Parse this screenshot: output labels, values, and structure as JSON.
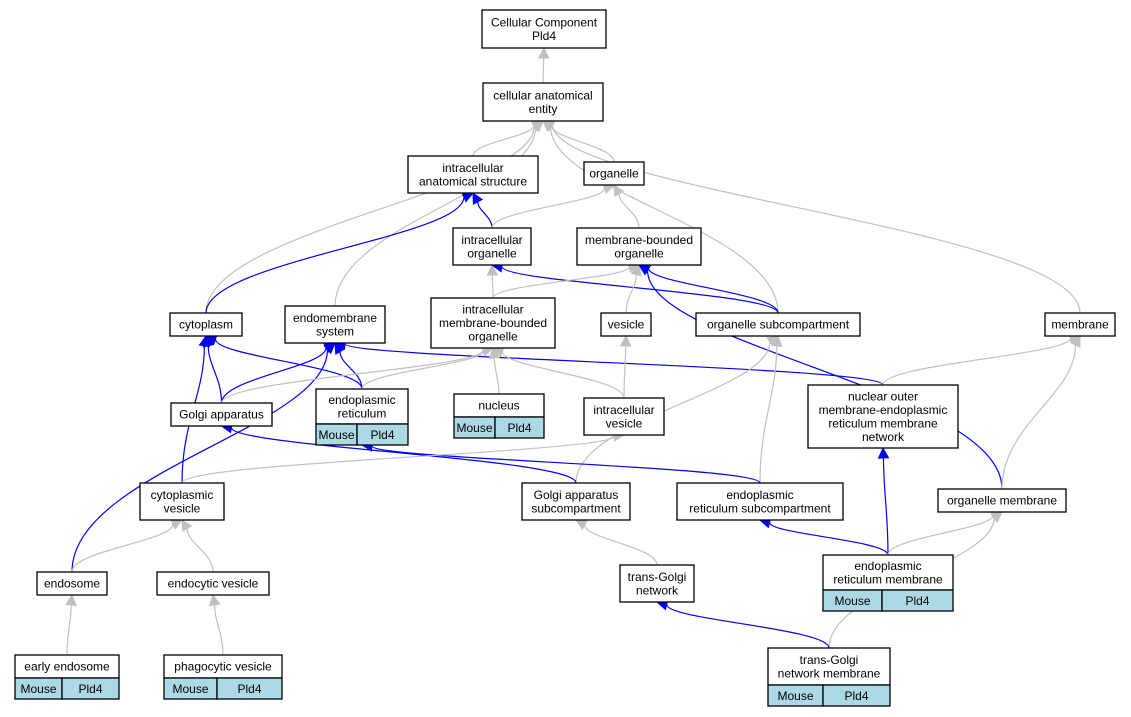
{
  "colors": {
    "is_a": "#c0c0c0",
    "part_of": "#0000ff",
    "annotation_fill": "#add8e6",
    "node_border": "#000000"
  },
  "nodes": {
    "root": [
      "Cellular Component",
      "Pld4"
    ],
    "cae": [
      "cellular anatomical",
      "entity"
    ],
    "ias": [
      "intracellular",
      "anatomical structure"
    ],
    "organelle": [
      "organelle"
    ],
    "io": [
      "intracellular",
      "organelle"
    ],
    "mbo": [
      "membrane-bounded",
      "organelle"
    ],
    "cytoplasm": [
      "cytoplasm"
    ],
    "endomem": [
      "endomembrane",
      "system"
    ],
    "imbo": [
      "intracellular",
      "membrane-bounded",
      "organelle"
    ],
    "vesicle": [
      "vesicle"
    ],
    "osub": [
      "organelle subcompartment"
    ],
    "membrane": [
      "membrane"
    ],
    "golgi": [
      "Golgi apparatus"
    ],
    "er": [
      "endoplasmic",
      "reticulum"
    ],
    "nucleus": [
      "nucleus"
    ],
    "iv": [
      "intracellular",
      "vesicle"
    ],
    "nomer": [
      "nuclear outer",
      "membrane-endoplasmic",
      "reticulum membrane",
      "network"
    ],
    "cv": [
      "cytoplasmic",
      "vesicle"
    ],
    "gas": [
      "Golgi apparatus",
      "subcompartment"
    ],
    "ers": [
      "endoplasmic",
      "reticulum subcompartment"
    ],
    "om": [
      "organelle membrane"
    ],
    "endosome": [
      "endosome"
    ],
    "ev": [
      "endocytic vesicle"
    ],
    "tgn": [
      "trans-Golgi",
      "network"
    ],
    "erm": [
      "endoplasmic",
      "reticulum membrane"
    ],
    "ee": [
      "early endosome"
    ],
    "pv": [
      "phagocytic vesicle"
    ],
    "tgnm": [
      "trans-Golgi",
      "network membrane"
    ]
  },
  "annotations": {
    "er": [
      "Mouse",
      "Pld4"
    ],
    "nucleus": [
      "Mouse",
      "Pld4"
    ],
    "erm": [
      "Mouse",
      "Pld4"
    ],
    "ee": [
      "Mouse",
      "Pld4"
    ],
    "pv": [
      "Mouse",
      "Pld4"
    ],
    "tgnm": [
      "Mouse",
      "Pld4"
    ]
  },
  "edges": [
    {
      "from": "cae",
      "to": "root",
      "type": "is_a"
    },
    {
      "from": "ias",
      "to": "cae",
      "type": "is_a"
    },
    {
      "from": "organelle",
      "to": "cae",
      "type": "is_a"
    },
    {
      "from": "cytoplasm",
      "to": "cae",
      "type": "is_a"
    },
    {
      "from": "endomem",
      "to": "cae",
      "type": "is_a"
    },
    {
      "from": "osub",
      "to": "cae",
      "type": "is_a"
    },
    {
      "from": "membrane",
      "to": "cae",
      "type": "is_a"
    },
    {
      "from": "io",
      "to": "ias",
      "type": "part_of"
    },
    {
      "from": "cytoplasm",
      "to": "ias",
      "type": "part_of"
    },
    {
      "from": "io",
      "to": "organelle",
      "type": "is_a"
    },
    {
      "from": "mbo",
      "to": "organelle",
      "type": "is_a"
    },
    {
      "from": "imbo",
      "to": "io",
      "type": "is_a"
    },
    {
      "from": "osub",
      "to": "io",
      "type": "part_of"
    },
    {
      "from": "imbo",
      "to": "mbo",
      "type": "is_a"
    },
    {
      "from": "vesicle",
      "to": "mbo",
      "type": "is_a"
    },
    {
      "from": "osub",
      "to": "mbo",
      "type": "part_of"
    },
    {
      "from": "om",
      "to": "mbo",
      "type": "part_of"
    },
    {
      "from": "golgi",
      "to": "cytoplasm",
      "type": "part_of"
    },
    {
      "from": "er",
      "to": "cytoplasm",
      "type": "part_of"
    },
    {
      "from": "cv",
      "to": "cytoplasm",
      "type": "part_of"
    },
    {
      "from": "golgi",
      "to": "endomem",
      "type": "part_of"
    },
    {
      "from": "er",
      "to": "endomem",
      "type": "part_of"
    },
    {
      "from": "endosome",
      "to": "endomem",
      "type": "part_of"
    },
    {
      "from": "nomer",
      "to": "endomem",
      "type": "part_of"
    },
    {
      "from": "golgi",
      "to": "imbo",
      "type": "is_a"
    },
    {
      "from": "er",
      "to": "imbo",
      "type": "is_a"
    },
    {
      "from": "nucleus",
      "to": "imbo",
      "type": "is_a"
    },
    {
      "from": "iv",
      "to": "imbo",
      "type": "is_a"
    },
    {
      "from": "iv",
      "to": "vesicle",
      "type": "is_a"
    },
    {
      "from": "gas",
      "to": "osub",
      "type": "is_a"
    },
    {
      "from": "ers",
      "to": "osub",
      "type": "is_a"
    },
    {
      "from": "nomer",
      "to": "membrane",
      "type": "is_a"
    },
    {
      "from": "om",
      "to": "membrane",
      "type": "is_a"
    },
    {
      "from": "gas",
      "to": "golgi",
      "type": "part_of"
    },
    {
      "from": "ers",
      "to": "er",
      "type": "part_of"
    },
    {
      "from": "cv",
      "to": "iv",
      "type": "is_a"
    },
    {
      "from": "erm",
      "to": "nomer",
      "type": "part_of"
    },
    {
      "from": "endosome",
      "to": "cv",
      "type": "is_a"
    },
    {
      "from": "ev",
      "to": "cv",
      "type": "is_a"
    },
    {
      "from": "tgn",
      "to": "gas",
      "type": "is_a"
    },
    {
      "from": "erm",
      "to": "ers",
      "type": "part_of"
    },
    {
      "from": "erm",
      "to": "om",
      "type": "is_a"
    },
    {
      "from": "tgnm",
      "to": "om",
      "type": "is_a"
    },
    {
      "from": "ee",
      "to": "endosome",
      "type": "is_a"
    },
    {
      "from": "pv",
      "to": "ev",
      "type": "is_a"
    },
    {
      "from": "tgnm",
      "to": "tgn",
      "type": "part_of"
    }
  ]
}
